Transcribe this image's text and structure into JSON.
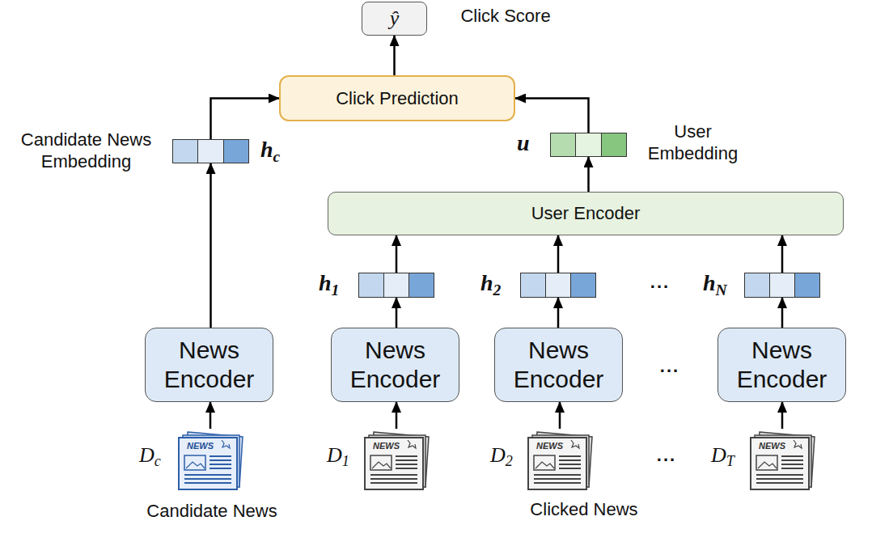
{
  "diagram": {
    "nodes": [
      {
        "text": [
          "ŷ",
          "Click Score"
        ]
      },
      {
        "text": [
          "Click Prediction"
        ]
      },
      {
        "text": [
          "hc",
          "Candidate News Embedding"
        ]
      },
      {
        "text": [
          "u",
          "User Embedding"
        ]
      },
      {
        "text": [
          "User Encoder"
        ]
      },
      {
        "text": [
          "h1"
        ]
      },
      {
        "text": [
          "h2"
        ]
      },
      {
        "text": [
          "hN"
        ]
      },
      {
        "text": [
          "News Encoder"
        ]
      },
      {
        "text": [
          "News Encoder"
        ]
      },
      {
        "text": [
          "News Encoder"
        ]
      },
      {
        "text": [
          "News Encoder"
        ]
      },
      {
        "text": [
          "NEWS",
          "Dc"
        ]
      },
      {
        "text": [
          "NEWS",
          "D1"
        ]
      },
      {
        "text": [
          "NEWS",
          "D2"
        ]
      },
      {
        "text": [
          "NEWS",
          "DT"
        ]
      }
    ],
    "edges": [
      {
        "from": 12,
        "to": 8,
        "arrow": "to"
      },
      {
        "from": 13,
        "to": 9,
        "arrow": "to"
      },
      {
        "from": 14,
        "to": 10,
        "arrow": "to"
      },
      {
        "from": 15,
        "to": 11,
        "arrow": "to"
      },
      {
        "from": 8,
        "to": 2,
        "arrow": "to"
      },
      {
        "from": 9,
        "to": 5,
        "arrow": "to"
      },
      {
        "from": 10,
        "to": 6,
        "arrow": "to"
      },
      {
        "from": 11,
        "to": 7,
        "arrow": "to"
      },
      {
        "from": 5,
        "to": 4,
        "arrow": "to"
      },
      {
        "from": 6,
        "to": 4,
        "arrow": "to"
      },
      {
        "from": 7,
        "to": 4,
        "arrow": "to"
      },
      {
        "from": 4,
        "to": 3,
        "arrow": "to"
      },
      {
        "from": 2,
        "to": 1,
        "arrow": "to"
      },
      {
        "from": 3,
        "to": 1,
        "arrow": "to"
      },
      {
        "from": 1,
        "to": 0,
        "arrow": "to"
      }
    ],
    "labels": [
      "Candidate News",
      "Clicked News",
      "...",
      "...",
      "..."
    ]
  }
}
